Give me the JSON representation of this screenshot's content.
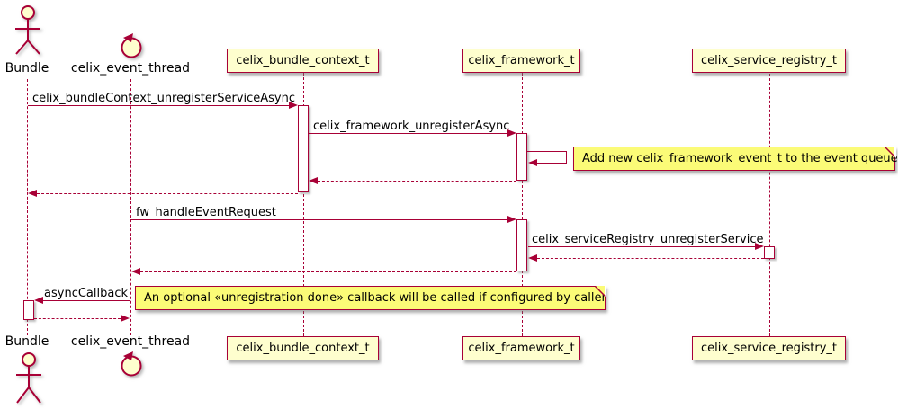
{
  "diagram": {
    "type": "sequence-diagram",
    "colors": {
      "line": "#A80036",
      "participant_fill": "#FEFECE",
      "note_fill": "#FBFB77",
      "text": "#000000",
      "background": "#FFFFFF"
    },
    "participants": [
      {
        "name": "Bundle",
        "kind": "actor"
      },
      {
        "name": "celix_event_thread",
        "kind": "control"
      },
      {
        "name": "celix_bundle_context_t",
        "kind": "participant"
      },
      {
        "name": "celix_framework_t",
        "kind": "participant"
      },
      {
        "name": "celix_service_registry_t",
        "kind": "participant"
      }
    ],
    "messages": [
      {
        "label": "celix_bundleContext_unregisterServiceAsync",
        "from": "Bundle",
        "to": "celix_bundle_context_t",
        "kind": "call"
      },
      {
        "label": "celix_framework_unregisterAsync",
        "from": "celix_bundle_context_t",
        "to": "celix_framework_t",
        "kind": "call"
      },
      {
        "label": "",
        "from": "celix_framework_t",
        "to": "celix_framework_t",
        "kind": "self"
      },
      {
        "label": "",
        "from": "celix_framework_t",
        "to": "celix_bundle_context_t",
        "kind": "return"
      },
      {
        "label": "",
        "from": "celix_bundle_context_t",
        "to": "Bundle",
        "kind": "return"
      },
      {
        "label": "fw_handleEventRequest",
        "from": "celix_event_thread",
        "to": "celix_framework_t",
        "kind": "call"
      },
      {
        "label": "celix_serviceRegistry_unregisterService",
        "from": "celix_framework_t",
        "to": "celix_service_registry_t",
        "kind": "call"
      },
      {
        "label": "",
        "from": "celix_service_registry_t",
        "to": "celix_framework_t",
        "kind": "return"
      },
      {
        "label": "",
        "from": "celix_framework_t",
        "to": "celix_event_thread",
        "kind": "return"
      },
      {
        "label": "asyncCallback",
        "from": "celix_event_thread",
        "to": "Bundle",
        "kind": "call"
      },
      {
        "label": "",
        "from": "Bundle",
        "to": "celix_event_thread",
        "kind": "return"
      }
    ],
    "notes": [
      {
        "text": "Add new celix_framework_event_t to the event queue",
        "attached_to": "celix_framework_t"
      },
      {
        "text": "An optional «unregistration done» callback will be called if configured by caller",
        "attached_to": "asyncCallback"
      }
    ]
  }
}
